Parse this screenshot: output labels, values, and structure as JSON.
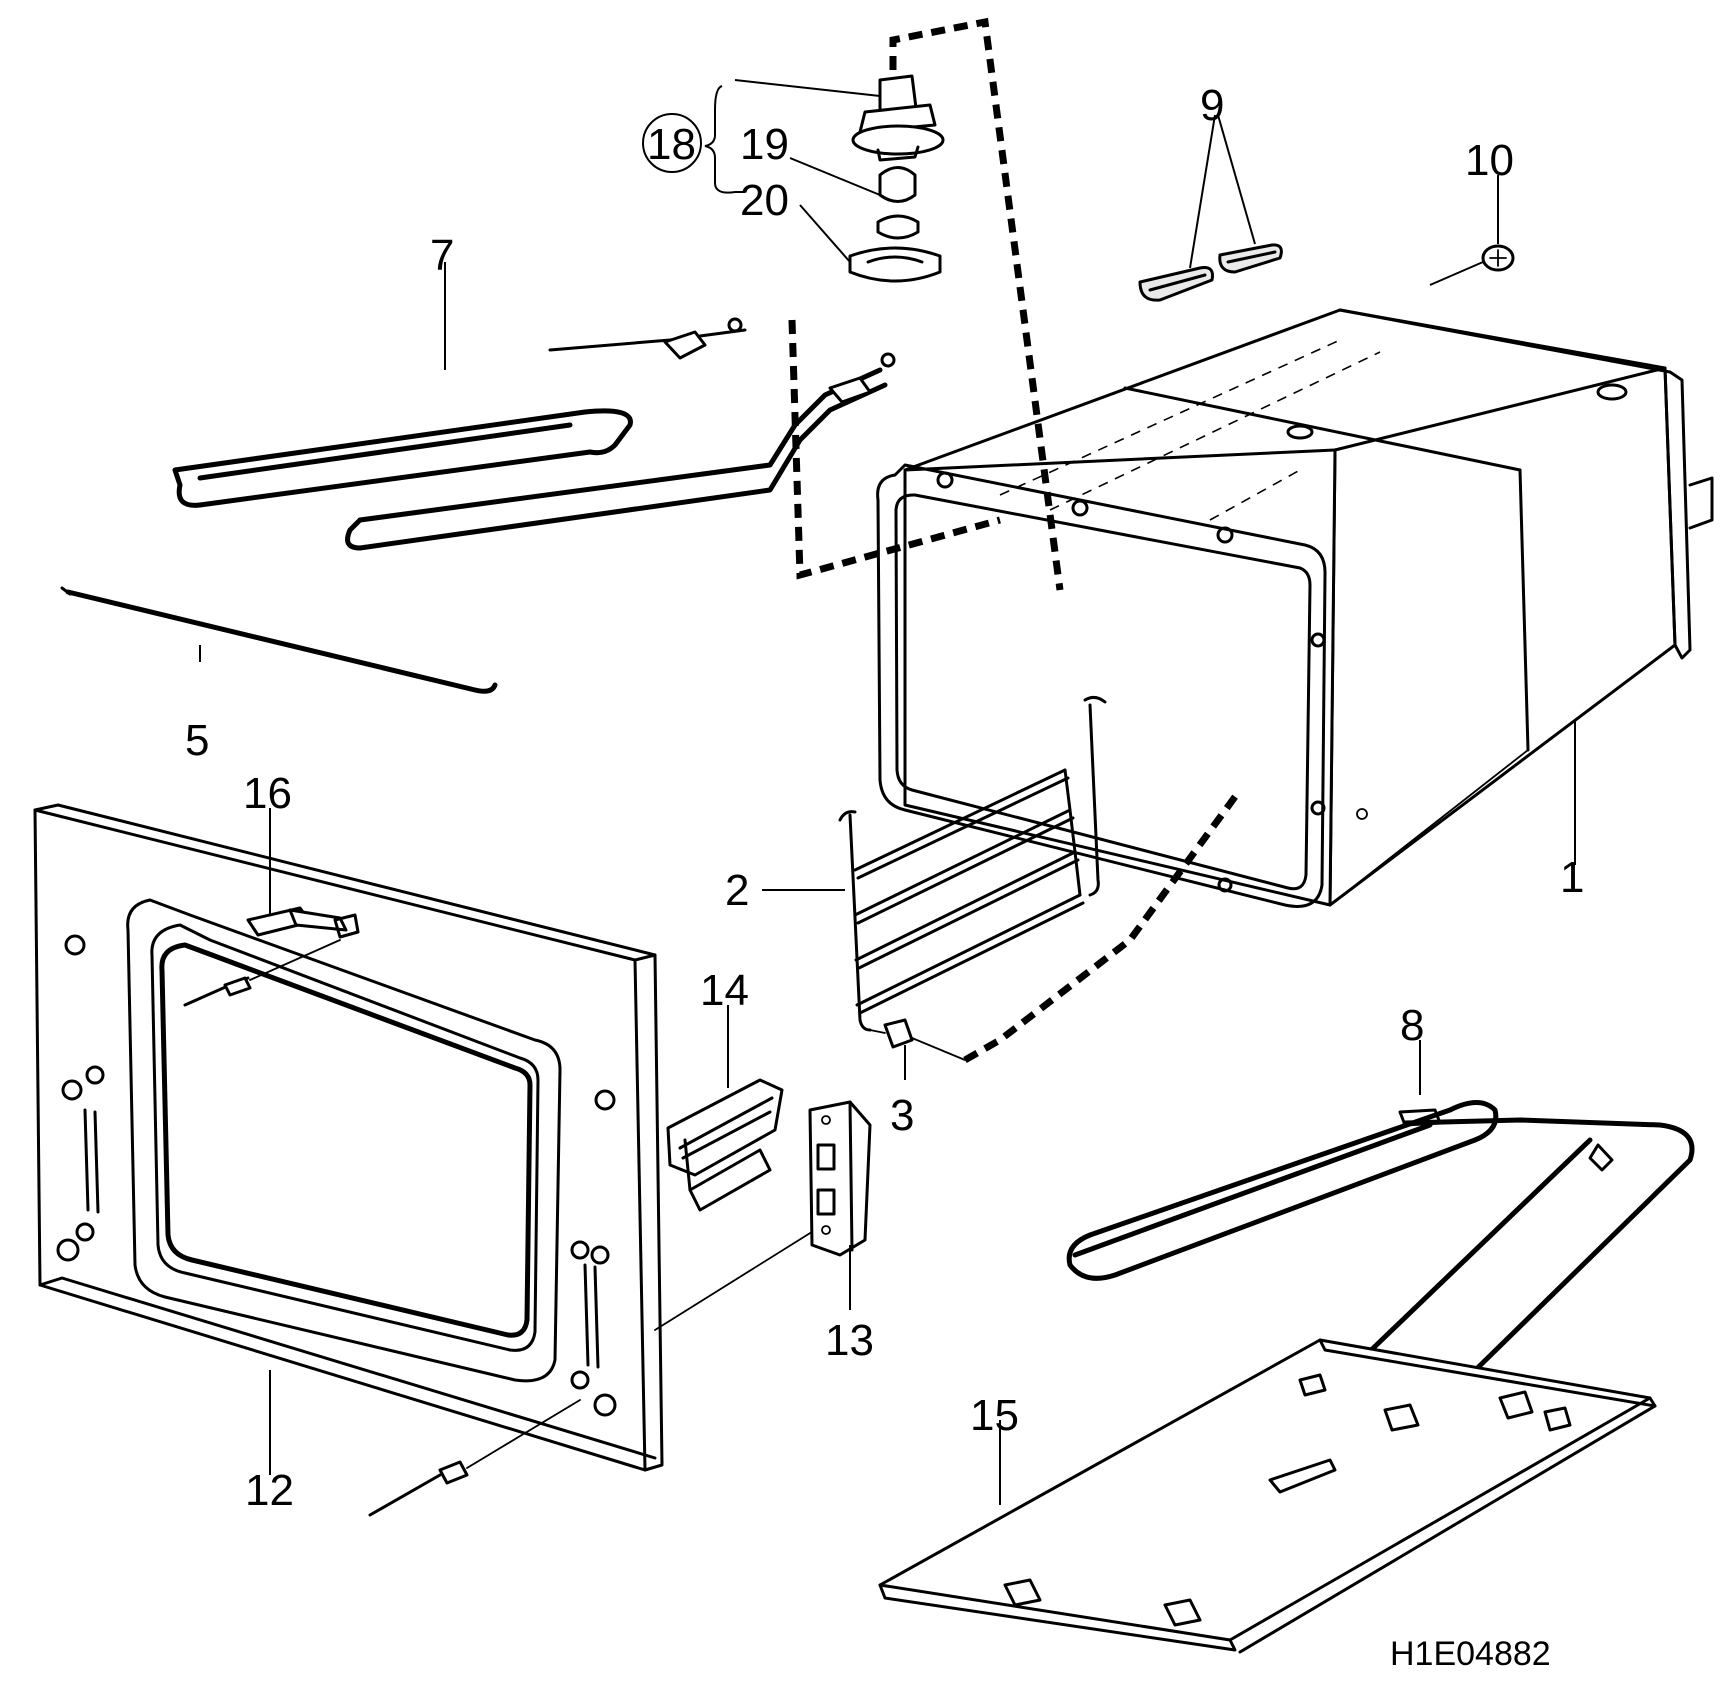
{
  "drawing_code": "H1E04882",
  "callouts": {
    "p1": "1",
    "p2": "2",
    "p3": "3",
    "p5": "5",
    "p7": "7",
    "p8": "8",
    "p9": "9",
    "p10": "10",
    "p12": "12",
    "p13": "13",
    "p14": "14",
    "p15": "15",
    "p16": "16",
    "p18": "18",
    "p19": "19",
    "p20": "20"
  }
}
